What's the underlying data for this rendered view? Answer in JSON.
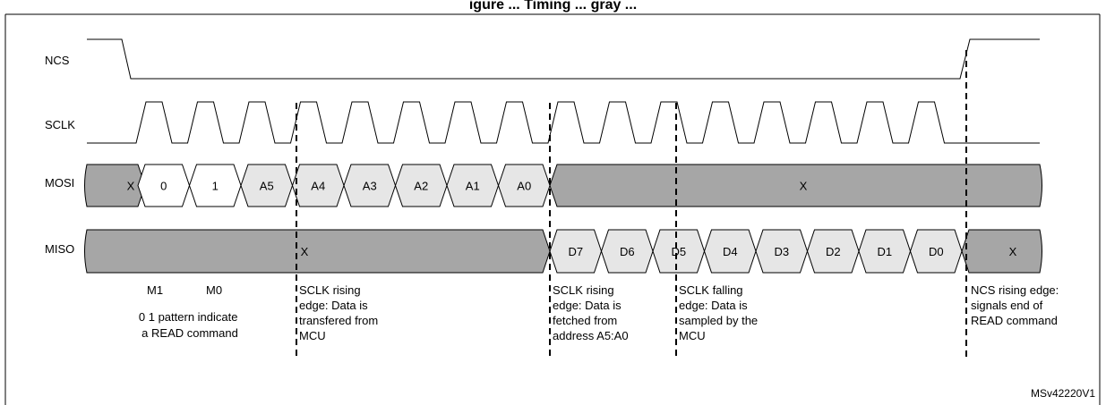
{
  "title": "igure ... Timing ... gray ...",
  "signals": {
    "ncs": "NCS",
    "sclk": "SCLK",
    "mosi": "MOSI",
    "miso": "MISO"
  },
  "mosi_cells": [
    "X",
    "0",
    "1",
    "A5",
    "A4",
    "A3",
    "A2",
    "A1",
    "A0",
    "X"
  ],
  "miso_cells": [
    "X",
    "D7",
    "D6",
    "D5",
    "D4",
    "D3",
    "D2",
    "D1",
    "D0",
    "X"
  ],
  "annotations": {
    "m1": "M1",
    "m0": "M0",
    "read_pattern": [
      "0 1 pattern indicate",
      "a READ command"
    ],
    "sclk_rising_transfer": [
      "SCLK rising",
      "edge: Data is",
      "transfered from",
      "MCU"
    ],
    "sclk_rising_fetch": [
      "SCLK rising",
      "edge: Data is",
      "fetched from",
      "address A5:A0"
    ],
    "sclk_falling_sample": [
      "SCLK falling",
      "edge: Data is",
      "sampled by the",
      "MCU"
    ],
    "ncs_rising_end": [
      "NCS rising edge:",
      "signals end of",
      "READ command"
    ]
  },
  "figure_ref": "MSv42220V1",
  "colors": {
    "dark_fill": "#a6a6a6",
    "light_fill": "#e6e6e6",
    "white_fill": "#ffffff",
    "line": "#000000"
  }
}
